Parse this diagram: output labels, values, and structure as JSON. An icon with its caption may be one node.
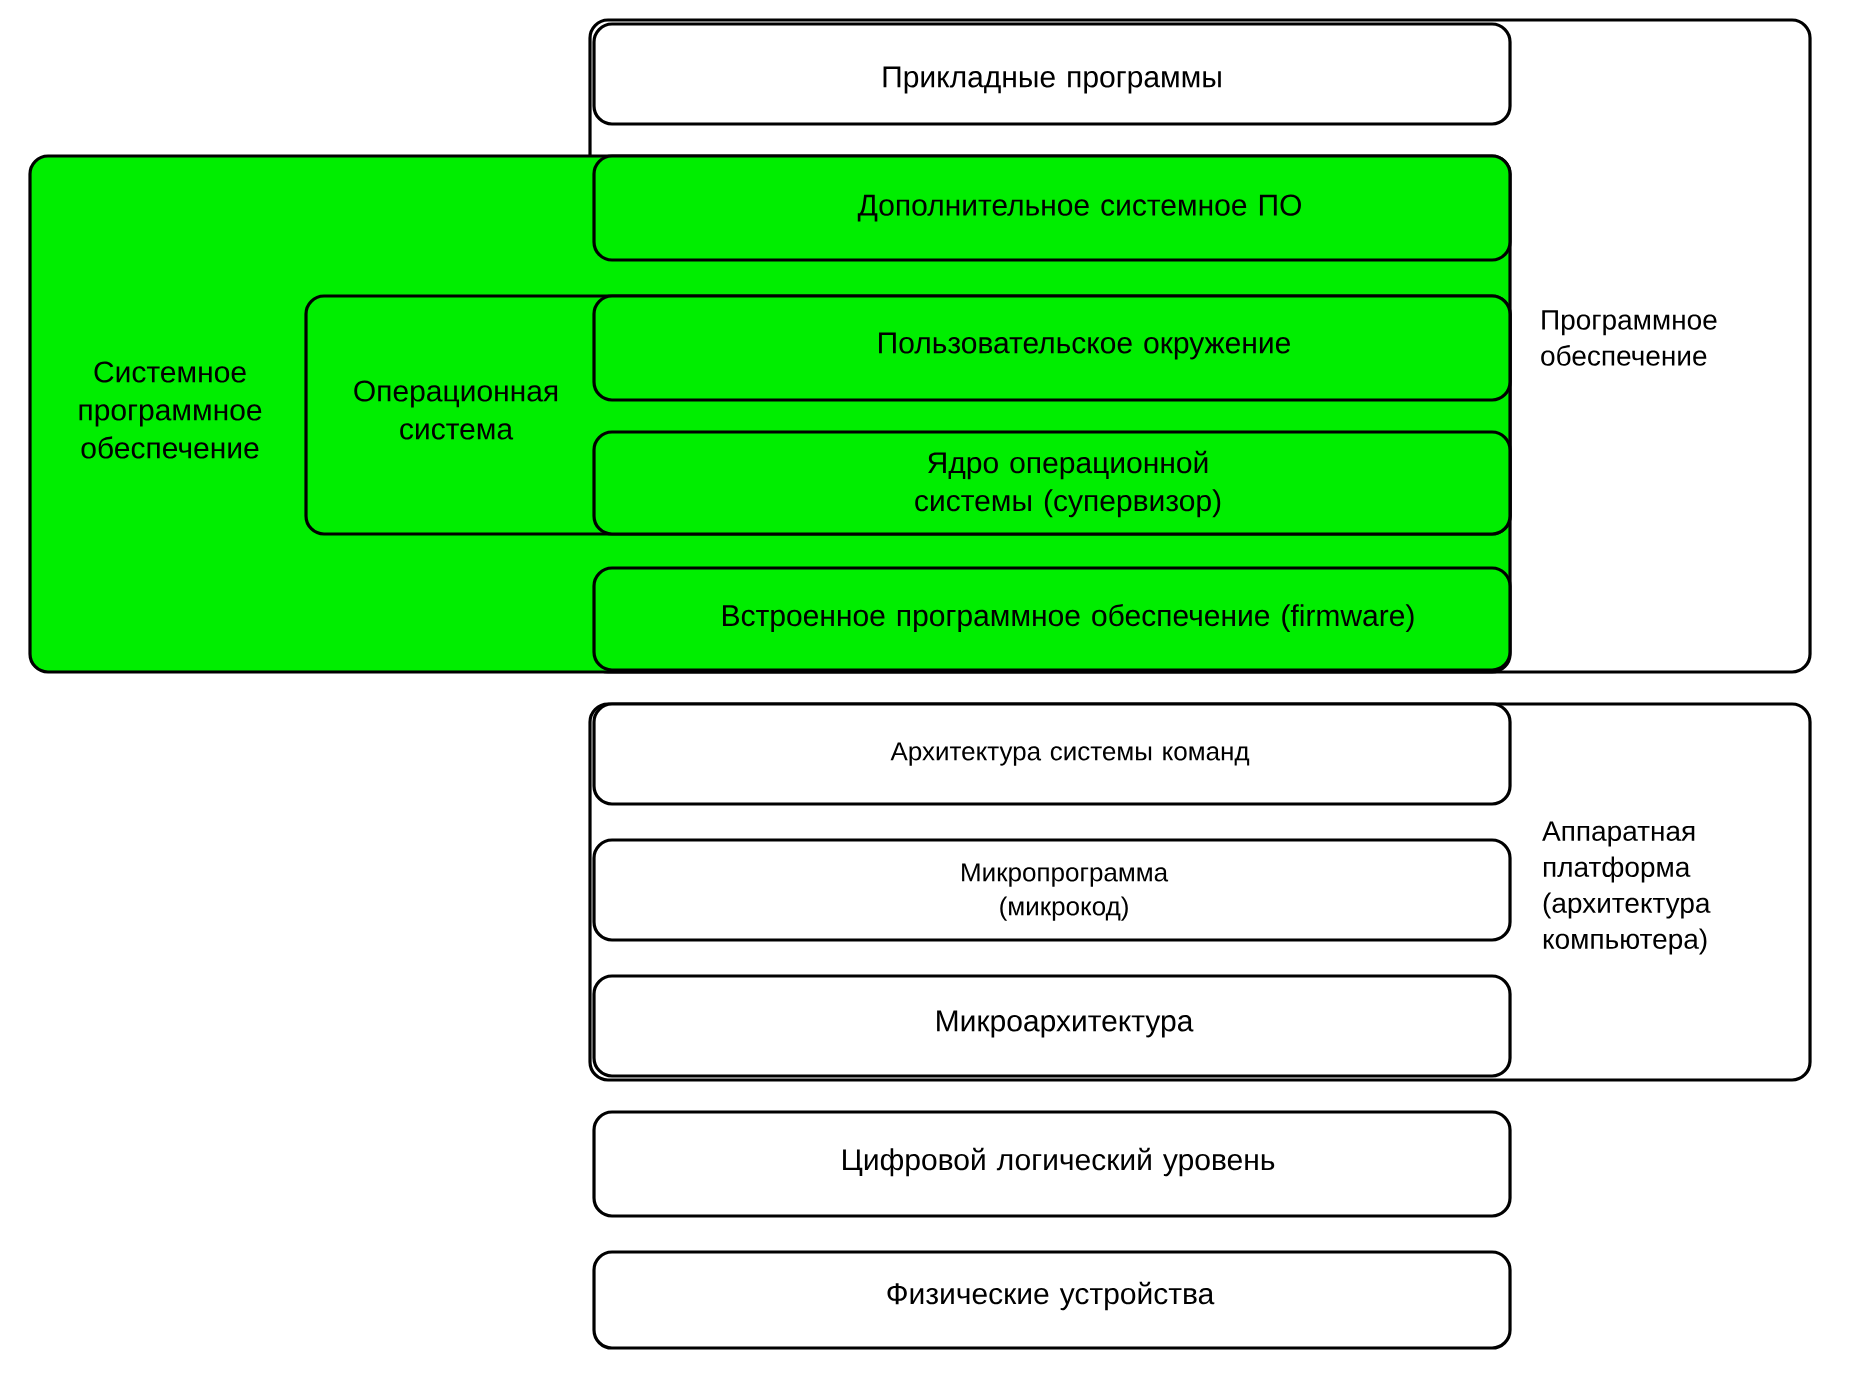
{
  "diagram": {
    "nodes": [
      {
        "text": [
          "Программное обеспечение"
        ]
      },
      {
        "text": [
          "Прикладные программы"
        ],
        "in": 0
      },
      {
        "text": [
          "Системное программное обеспечение"
        ]
      },
      {
        "text": [
          "Дополнительное системное ПО"
        ]
      },
      {
        "text": [
          "Операционная система"
        ],
        "in": 2
      },
      {
        "text": [
          "Пользовательское окружение"
        ]
      },
      {
        "text": [
          "Ядро операционной системы (супервизор)"
        ]
      },
      {
        "text": [
          "Встроенное программное обеспечение (firmware)"
        ]
      },
      {
        "text": [
          "Аппаратная платформа (архитектура компьютера)"
        ]
      },
      {
        "text": [
          "Архитектура системы команд"
        ],
        "in": 8
      },
      {
        "text": [
          "Микропрограмма (микрокод)"
        ],
        "in": 8
      },
      {
        "text": [
          "Микроархитектура"
        ],
        "in": 8
      },
      {
        "text": [
          "Цифровой логический уровень"
        ]
      },
      {
        "text": [
          "Физические устройства"
        ]
      }
    ]
  }
}
